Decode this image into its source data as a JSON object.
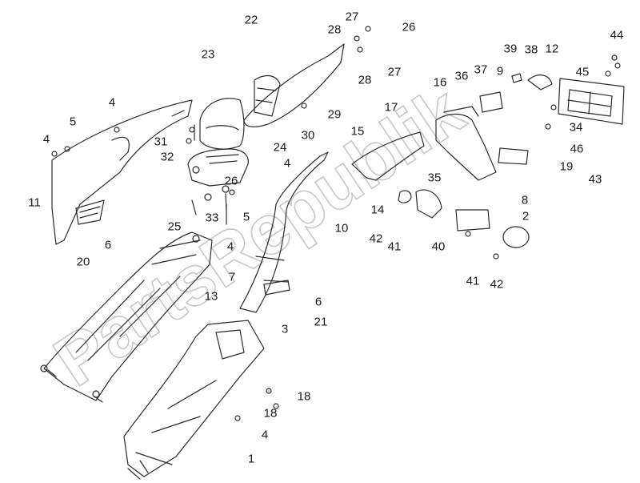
{
  "diagram": {
    "watermark_text": "PartsRepublik",
    "callouts": {
      "c01": "1",
      "c02": "2",
      "c03": "3",
      "c04a": "4",
      "c04b": "4",
      "c04c": "4",
      "c04d": "4",
      "c04e": "4",
      "c05a": "5",
      "c05b": "5",
      "c06a": "6",
      "c06b": "6",
      "c07": "7",
      "c08": "8",
      "c09": "9",
      "c10": "10",
      "c11": "11",
      "c12": "12",
      "c13": "13",
      "c14": "14",
      "c15": "15",
      "c16": "16",
      "c17": "17",
      "c18a": "18",
      "c18b": "18",
      "c19": "19",
      "c20": "20",
      "c21": "21",
      "c22": "22",
      "c23": "23",
      "c24": "24",
      "c25": "25",
      "c26a": "26",
      "c26b": "26",
      "c27a": "27",
      "c27b": "27",
      "c28a": "28",
      "c28b": "28",
      "c29": "29",
      "c30": "30",
      "c31": "31",
      "c32": "32",
      "c33": "33",
      "c34": "34",
      "c35": "35",
      "c36": "36",
      "c37": "37",
      "c38": "38",
      "c39": "39",
      "c40": "40",
      "c41a": "41",
      "c41b": "41",
      "c42a": "42",
      "c42b": "42",
      "c43": "43",
      "c44": "44",
      "c45": "45",
      "c46": "46"
    }
  }
}
